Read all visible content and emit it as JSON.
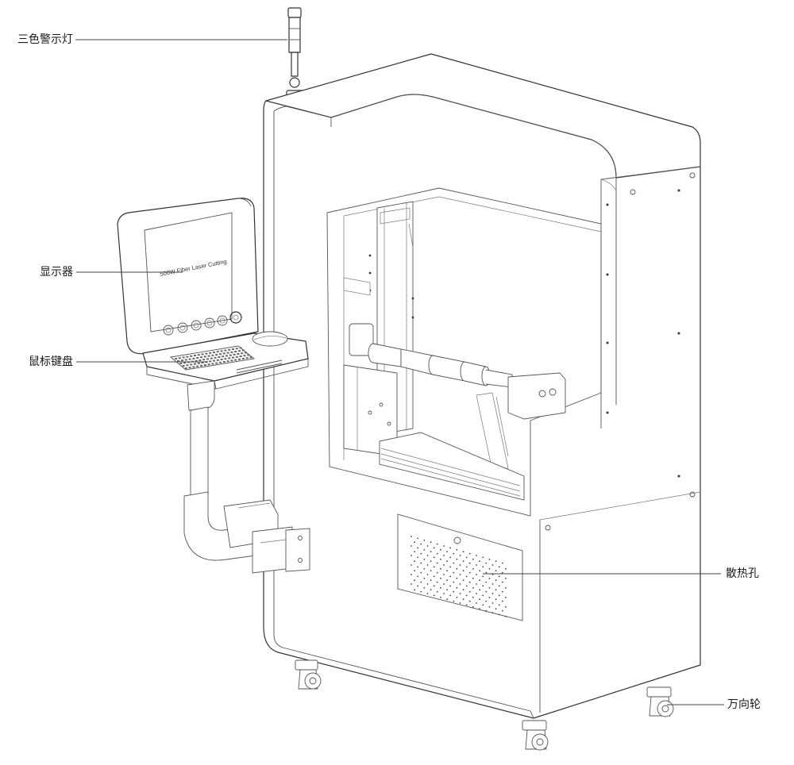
{
  "labels": {
    "warning_light": "三色警示灯",
    "monitor": "显示器",
    "mouse_keyboard": "鼠标键盘",
    "vent_holes": "散热孔",
    "caster_wheels": "万向轮"
  },
  "screen_text": "500W Fiber Laser Cutting"
}
